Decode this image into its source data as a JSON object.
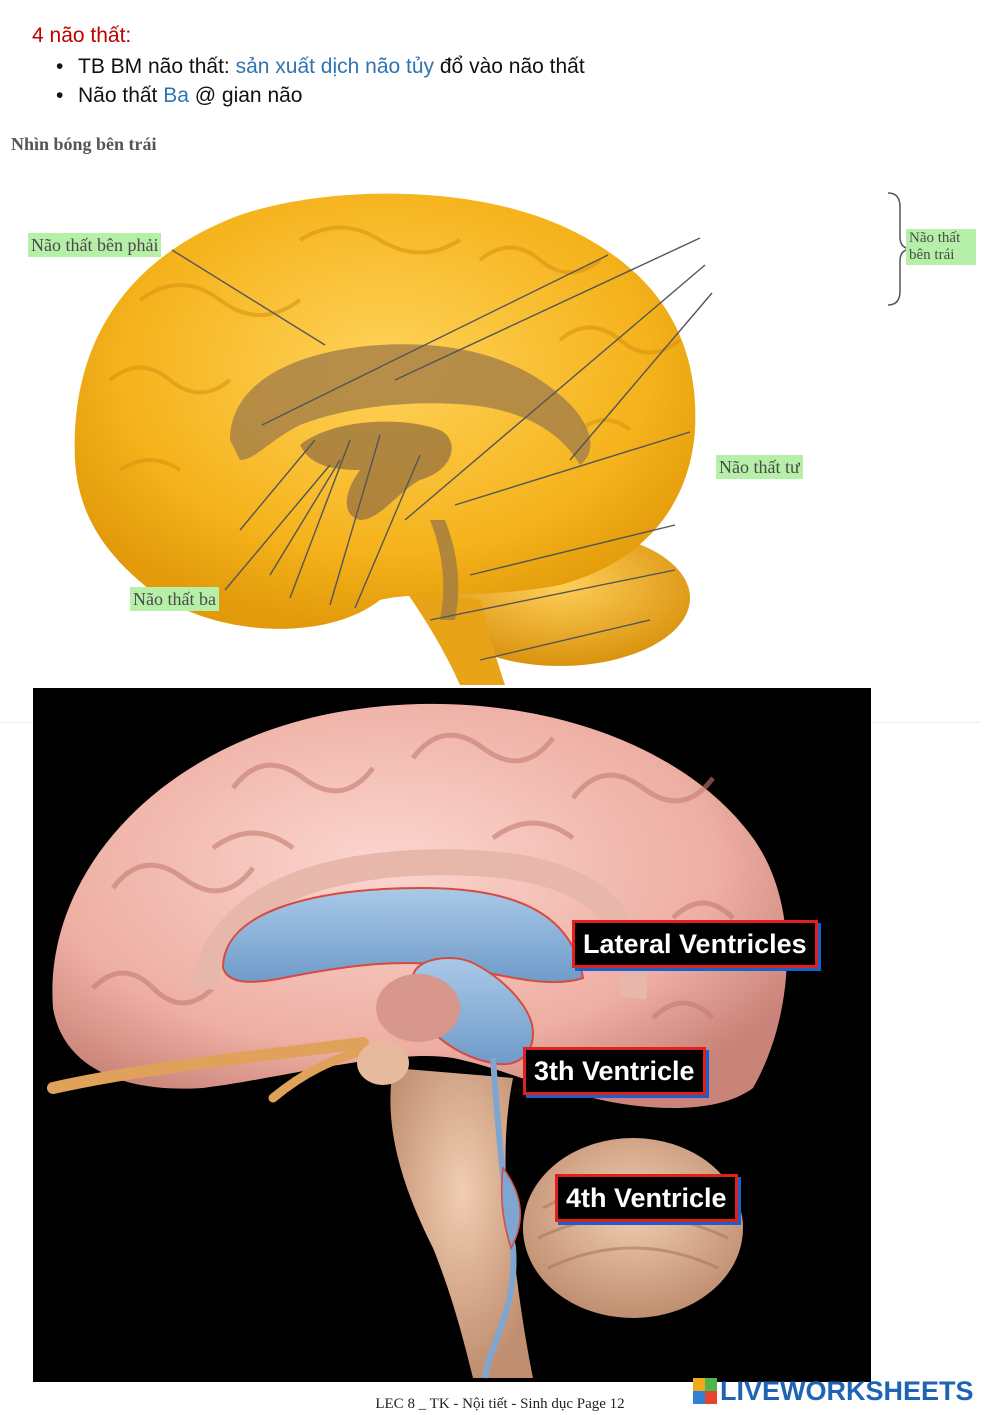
{
  "notes": {
    "heading": "4 não thất:",
    "bullet1": {
      "prefix": "TB BM não thất: ",
      "highlight": "sản xuất dịch não tủy",
      "suffix": " đổ vào não thất"
    },
    "bullet2": {
      "prefix": "Não thất ",
      "highlight": "Ba",
      "suffix": " @ gian não"
    }
  },
  "top_figure": {
    "caption": "Nhìn bóng bên trái",
    "labels": {
      "right_lateral": "Não thất bên phải",
      "third": "Não thất ba",
      "fourth": "Não thất tư",
      "left_lateral": "Não thất bên trái"
    }
  },
  "bottom_figure": {
    "labels": {
      "lateral": "Lateral Ventricles",
      "third": "3th Ventricle",
      "fourth": "4th Ventricle"
    }
  },
  "footer": {
    "text": "LEC 8 _ TK - Nội tiết - Sinh dục Page 12"
  },
  "brand": {
    "name": "LIVEWORKSHEETS",
    "color": "#1e63b6"
  },
  "colors": {
    "heading": "#c00000",
    "highlight_text": "#2e74b5",
    "label_highlight": "#b6f0a8",
    "label_border_red": "#e0201a",
    "label_border_blue": "#1a5fd0"
  }
}
